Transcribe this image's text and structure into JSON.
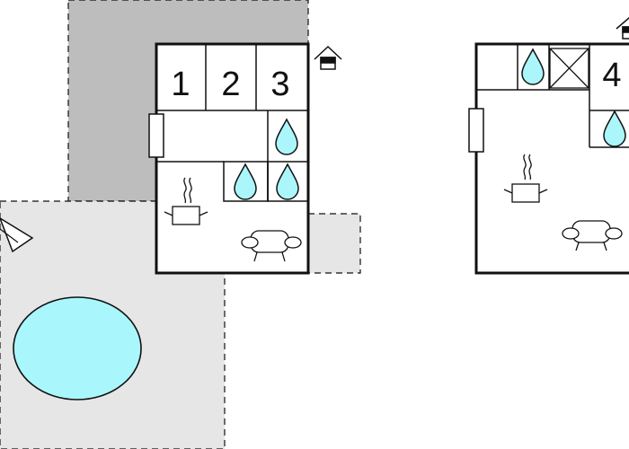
{
  "floor_plan": {
    "colors": {
      "wall": "#111111",
      "terrace_dark": "#bdbdbd",
      "terrace_light": "#e6e6e6",
      "water": "#aaf6fb",
      "pool": "#a9f7fd",
      "background": "#ffffff"
    },
    "rooms": [
      {
        "label": "1",
        "type": "bedroom"
      },
      {
        "label": "2",
        "type": "bedroom"
      },
      {
        "label": "3",
        "type": "bedroom"
      },
      {
        "label": "4",
        "type": "bedroom"
      }
    ],
    "icons": [
      "entrance-house-icon",
      "water-drop-icon",
      "kitchen-pot-icon",
      "sofa-icon",
      "window-icon",
      "umbrella-icon",
      "storage-x-icon",
      "pool-icon"
    ]
  }
}
